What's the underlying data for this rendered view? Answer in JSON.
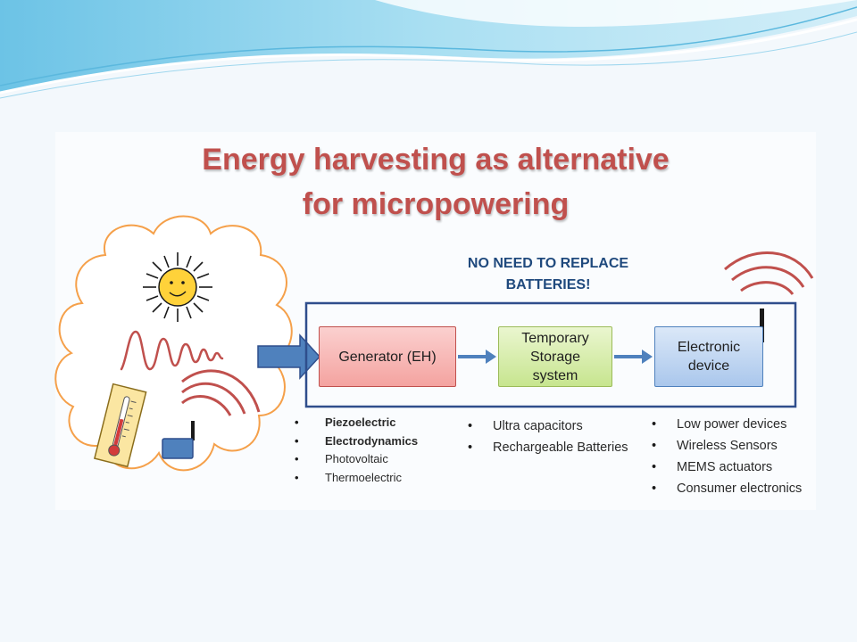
{
  "title": {
    "line1": "Energy harvesting as alternative",
    "line2": "for micropowering"
  },
  "callout": {
    "line1": "NO NEED TO REPLACE",
    "line2": "BATTERIES!"
  },
  "boxes": {
    "generator": "Generator (EH)",
    "storage_lines": [
      "Temporary",
      "Storage",
      "system"
    ],
    "device_lines": [
      "Electronic",
      "device"
    ]
  },
  "lists": {
    "sources": [
      {
        "text": "Piezoelectric",
        "bold": true
      },
      {
        "text": "Electrodynamics",
        "bold": true
      },
      {
        "text": "Photovoltaic",
        "bold": false
      },
      {
        "text": "Thermoelectric",
        "bold": false
      }
    ],
    "storage": [
      "Ultra capacitors",
      "Rechargeable Batteries"
    ],
    "devices": [
      "Low power devices",
      "Wireless Sensors",
      "MEMS actuators",
      "Consumer electronics"
    ]
  },
  "colors": {
    "title": "#c0504d",
    "callout": "#1f497d",
    "frame": "#2f4e8c",
    "arrow": "#4f81bd",
    "cloud": "#f5a04a",
    "wave": "#c0504d"
  },
  "icons": [
    "sun-icon",
    "wave-icon",
    "thermometer-icon",
    "wireless-sensor-icon",
    "antenna-icon",
    "signal-waves-icon"
  ]
}
